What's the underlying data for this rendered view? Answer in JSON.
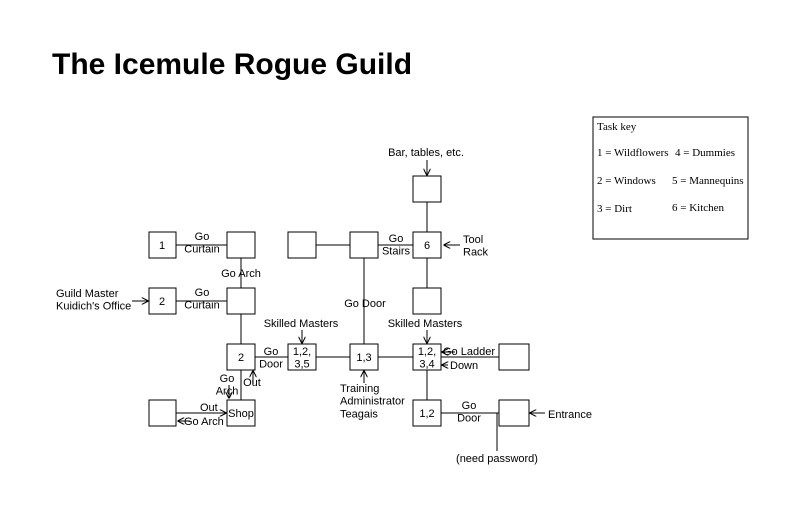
{
  "title": "The Icemule Rogue Guild",
  "task_key": {
    "heading": "Task key",
    "items": [
      "1 = Wildflowers",
      "4 = Dummies",
      "2 = Windows",
      "5 = Mannequins",
      "3 = Dirt",
      "6 = Kitchen"
    ]
  },
  "rooms": {
    "r_1_top": "1",
    "r_2_gm": "2",
    "r_2_mid": "2",
    "r_135": "1,2,\n3,5",
    "r_13": "1,3",
    "r_6": "6",
    "r_134": "1,2,\n3,4",
    "r_12": "1,2",
    "r_shop": "Shop"
  },
  "labels": {
    "go_curtain_1": "Go\nCurtain",
    "go_curtain_2": "Go\nCurtain",
    "go_arch_top": "Go Arch",
    "guild_master": "Guild Master\nKuidich's Office",
    "go_door_mid": "Go\nDoor",
    "go_arch_out": "Go\nArch",
    "out_right": "Out",
    "out_shop": "Out",
    "go_arch_shop": "Go Arch",
    "skilled_masters_left": "Skilled Masters",
    "skilled_masters_right": "Skilled Masters",
    "go_door_center": "Go Door",
    "go_stairs": "Go\nStairs",
    "bar_tables": "Bar, tables, etc.",
    "tool_rack": "Tool\nRack",
    "go_ladder": "Go Ladder",
    "down": "Down",
    "training_admin": "Training\nAdministrator\nTeagais",
    "go_door_bottom": "Go\nDoor",
    "entrance": "Entrance",
    "need_password": "(need password)"
  }
}
